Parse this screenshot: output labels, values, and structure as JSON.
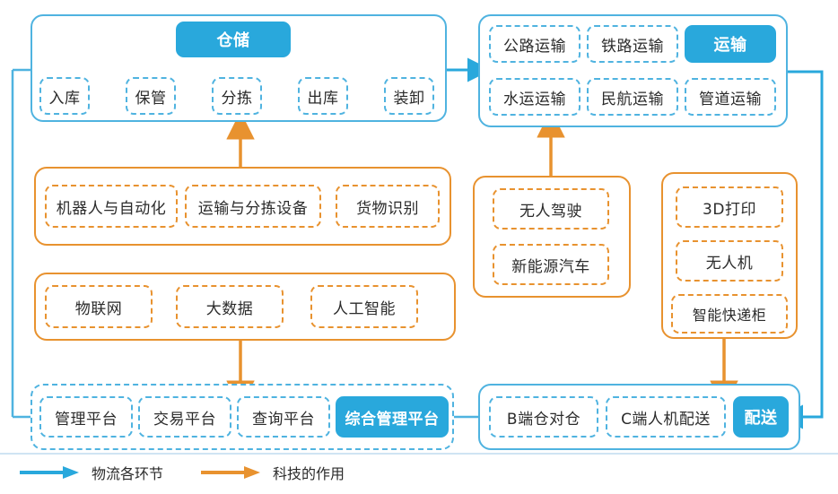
{
  "diagram": {
    "title_hidden": "",
    "colors": {
      "blue": "#4FB3E0",
      "blue_solid": "#29A8DC",
      "orange": "#E8922F",
      "text": "#2b2b2b"
    },
    "sections": {
      "warehouse": {
        "badge": "仓储",
        "steps": [
          "入库",
          "保管",
          "分拣",
          "出库",
          "装卸"
        ]
      },
      "transport": {
        "badge": "运输",
        "modes_row1": [
          "公路运输",
          "铁路运输"
        ],
        "modes_row2": [
          "水运运输",
          "民航运输",
          "管道运输"
        ]
      },
      "delivery": {
        "badge": "配送",
        "items": [
          "B端仓对仓",
          "C端人机配送"
        ]
      },
      "platforms": {
        "badge": "综合管理平台",
        "items": [
          "管理平台",
          "交易平台",
          "查询平台"
        ]
      },
      "tech_equipment": {
        "items": [
          "机器人与自动化",
          "运输与分拣设备",
          "货物识别"
        ]
      },
      "tech_information": {
        "items": [
          "物联网",
          "大数据",
          "人工智能"
        ]
      },
      "tech_vehicle": {
        "items": [
          "无人驾驶",
          "新能源汽车"
        ]
      },
      "tech_lastmile": {
        "items": [
          "3D打印",
          "无人机",
          "智能快递柜"
        ]
      }
    },
    "legend": [
      {
        "label": "物流各环节",
        "color": "#29A8DC",
        "icon": "arrow-right-icon"
      },
      {
        "label": "科技的作用",
        "color": "#E8922F",
        "icon": "arrow-right-icon"
      }
    ]
  }
}
